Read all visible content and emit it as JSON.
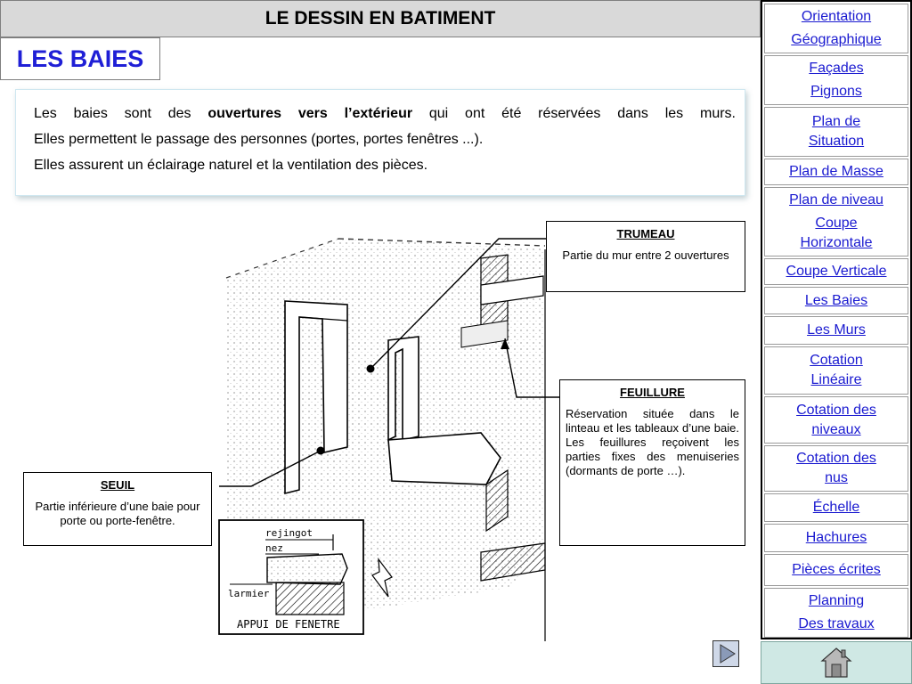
{
  "header": {
    "title": "LE DESSIN EN BATIMENT"
  },
  "page": {
    "subtitle": "LES BAIES"
  },
  "intro": {
    "line1_pre": "Les baies sont des ",
    "line1_bold": "ouvertures vers l’extérieur",
    "line1_post": " qui ont été réservées dans les murs.",
    "line2": "Elles permettent le passage des personnes (portes, portes fenêtres ...).",
    "line3": "Elles assurent un éclairage naturel et la ventilation des pièces."
  },
  "callouts": {
    "trumeau": {
      "title": "TRUMEAU",
      "text": "Partie du mur entre 2 ouvertures"
    },
    "feuillure": {
      "title": "FEUILLURE",
      "text": "Réservation située dans le linteau et les tableaux d’une baie. Les feuillures reçoivent les parties fixes des menuiseries (dormants de porte …)."
    },
    "seuil": {
      "title": "SEUIL",
      "text": "Partie inférieure d’une baie pour porte ou porte-fenêtre."
    }
  },
  "drawing": {
    "label_rejingot": "rejingot",
    "label_nez": "nez",
    "label_larmier": "larmier",
    "label_appui": "APPUI DE FENETRE"
  },
  "sidebar": {
    "items": [
      {
        "lines": [
          "Orientation",
          "Géographique"
        ]
      },
      {
        "lines": [
          "Façades",
          "Pignons"
        ]
      },
      {
        "lines": [
          "Plan de Situation"
        ]
      },
      {
        "lines": [
          "Plan de Masse"
        ]
      },
      {
        "lines": [
          "Plan de niveau",
          "Coupe Horizontale"
        ]
      },
      {
        "lines": [
          "Coupe Verticale"
        ]
      },
      {
        "lines": [
          "Les Baies"
        ]
      },
      {
        "lines": [
          "Les Murs"
        ]
      },
      {
        "lines": [
          "Cotation Linéaire"
        ]
      },
      {
        "lines": [
          "Cotation des niveaux"
        ]
      },
      {
        "lines": [
          "Cotation des nus"
        ]
      },
      {
        "lines": [
          "Échelle"
        ]
      },
      {
        "lines": [
          "Hachures"
        ]
      },
      {
        "lines": [
          "Pièces écrites"
        ]
      },
      {
        "lines": [
          "Planning",
          "Des travaux"
        ]
      }
    ]
  },
  "colors": {
    "link": "#1a1ad0",
    "title_blue": "#1f1fd6",
    "header_bg": "#d9d9d9",
    "home_bg": "#cfe8e4"
  },
  "icons": {
    "next": "play-triangle-icon",
    "home": "house-icon"
  }
}
